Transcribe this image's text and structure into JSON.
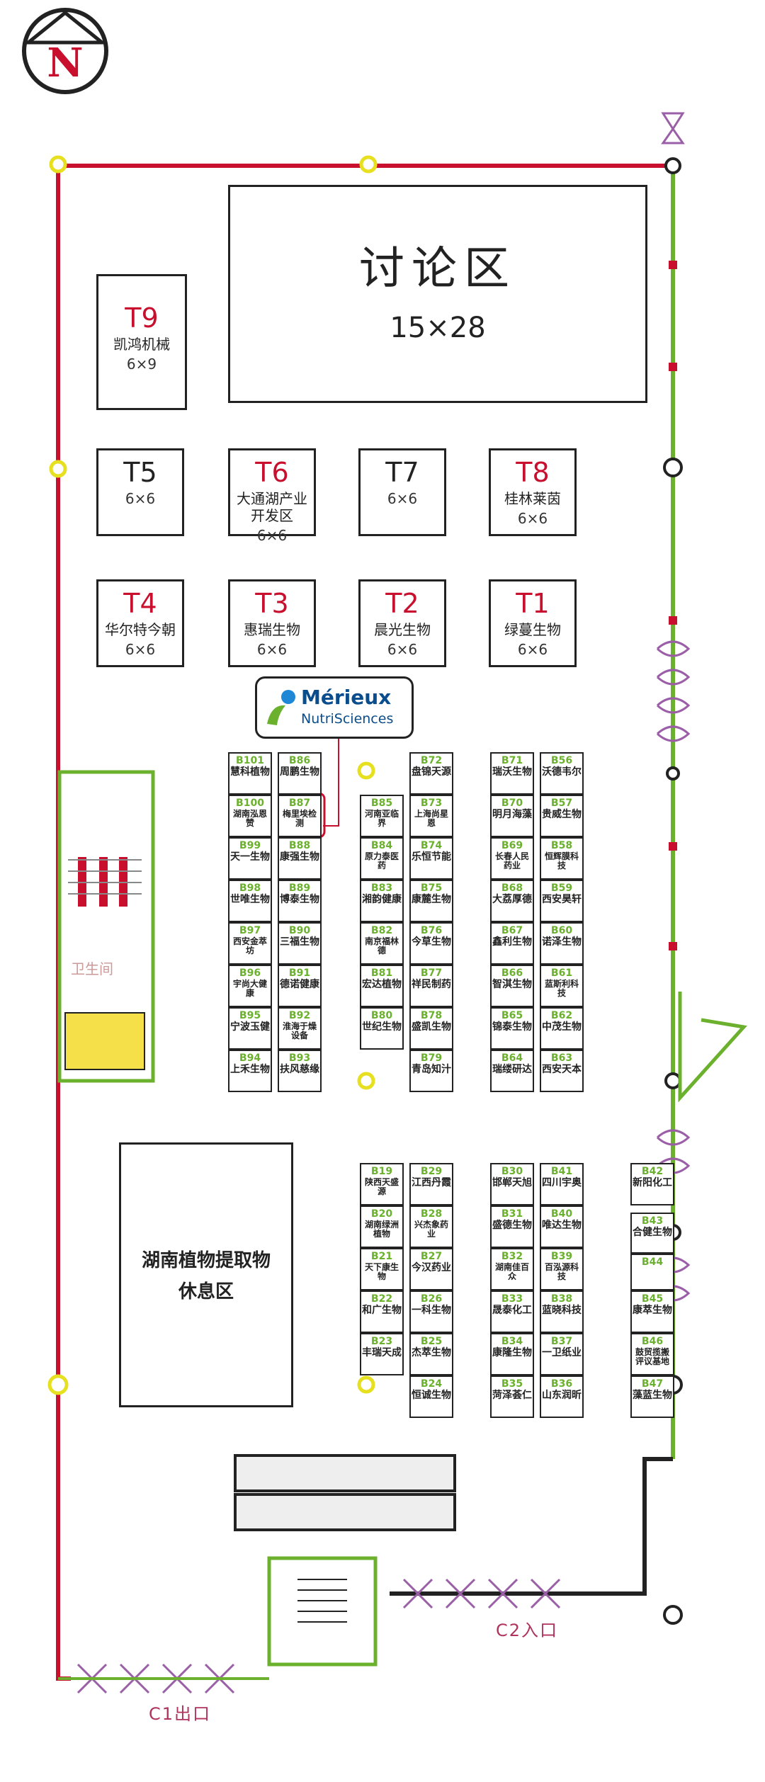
{
  "compass": {
    "label": "N"
  },
  "discussion": {
    "title": "讨论区",
    "size": "15×28"
  },
  "rest_area": {
    "line1": "湖南植物提取物",
    "line2": "休息区"
  },
  "toilet": {
    "label": "卫生间"
  },
  "sponsor_logo": {
    "brand": "Mérieux",
    "sub": "NutriSciences"
  },
  "exits": {
    "c1": "C1出口",
    "c2": "C2入口"
  },
  "t_booths": [
    {
      "id": "T9",
      "name": "凯鸿机械",
      "size": "6×9"
    },
    {
      "id": "T5",
      "name": "",
      "size": "6×6"
    },
    {
      "id": "T6",
      "name": "大通湖产业开发区",
      "size": "6×6"
    },
    {
      "id": "T7",
      "name": "",
      "size": "6×6"
    },
    {
      "id": "T8",
      "name": "桂林莱茵",
      "size": "6×6"
    },
    {
      "id": "T4",
      "name": "华尔特今朝",
      "size": "6×6"
    },
    {
      "id": "T3",
      "name": "惠瑞生物",
      "size": "6×6"
    },
    {
      "id": "T2",
      "name": "晨光生物",
      "size": "6×6"
    },
    {
      "id": "T1",
      "name": "绿蔓生物",
      "size": "6×6"
    }
  ],
  "b_booths": [
    {
      "id": "B101",
      "name": "慧科植物"
    },
    {
      "id": "B86",
      "name": "周鹏生物"
    },
    {
      "id": "B100",
      "name": "湖南泓恩赞"
    },
    {
      "id": "B87",
      "name": "梅里埃检测"
    },
    {
      "id": "B99",
      "name": "天一生物"
    },
    {
      "id": "B88",
      "name": "康强生物"
    },
    {
      "id": "B98",
      "name": "世唯生物"
    },
    {
      "id": "B89",
      "name": "博泰生物"
    },
    {
      "id": "B97",
      "name": "西安金萃坊"
    },
    {
      "id": "B90",
      "name": "三福生物"
    },
    {
      "id": "B96",
      "name": "宇尚大健康"
    },
    {
      "id": "B91",
      "name": "德诺健康"
    },
    {
      "id": "B95",
      "name": "宁波玉健"
    },
    {
      "id": "B92",
      "name": "淮海于燥设备"
    },
    {
      "id": "B94",
      "name": "上禾生物"
    },
    {
      "id": "B93",
      "name": "扶风慈缘"
    },
    {
      "id": "B72",
      "name": "盘锦天源"
    },
    {
      "id": "B85",
      "name": "河南亚临界"
    },
    {
      "id": "B73",
      "name": "上海尚星恩"
    },
    {
      "id": "B84",
      "name": "原力泰医药"
    },
    {
      "id": "B74",
      "name": "乐恒节能"
    },
    {
      "id": "B83",
      "name": "湘韵健康"
    },
    {
      "id": "B75",
      "name": "康麓生物"
    },
    {
      "id": "B82",
      "name": "南京福林德"
    },
    {
      "id": "B76",
      "name": "今草生物"
    },
    {
      "id": "B81",
      "name": "宏达植物"
    },
    {
      "id": "B77",
      "name": "祥民制药"
    },
    {
      "id": "B80",
      "name": "世纪生物"
    },
    {
      "id": "B78",
      "name": "盛凯生物"
    },
    {
      "id": "B79",
      "name": "青岛知汁"
    },
    {
      "id": "B71",
      "name": "瑞沃生物"
    },
    {
      "id": "B56",
      "name": "沃德韦尔"
    },
    {
      "id": "B70",
      "name": "明月海藻"
    },
    {
      "id": "B57",
      "name": "贵威生物"
    },
    {
      "id": "B69",
      "name": "长春人民药业"
    },
    {
      "id": "B58",
      "name": "恒辉膜科技"
    },
    {
      "id": "B68",
      "name": "大荔厚德"
    },
    {
      "id": "B59",
      "name": "西安昊轩"
    },
    {
      "id": "B67",
      "name": "鑫利生物"
    },
    {
      "id": "B60",
      "name": "诺泽生物"
    },
    {
      "id": "B66",
      "name": "智淇生物"
    },
    {
      "id": "B61",
      "name": "蓝斯利科技"
    },
    {
      "id": "B65",
      "name": "锦泰生物"
    },
    {
      "id": "B62",
      "name": "中茂生物"
    },
    {
      "id": "B64",
      "name": "瑞缕研达"
    },
    {
      "id": "B63",
      "name": "西安天本"
    },
    {
      "id": "B19",
      "name": "陕西天盛源"
    },
    {
      "id": "B29",
      "name": "江西丹霞"
    },
    {
      "id": "B20",
      "name": "湖南绿洲植物"
    },
    {
      "id": "B28",
      "name": "兴杰象药业"
    },
    {
      "id": "B21",
      "name": "天下康生物"
    },
    {
      "id": "B27",
      "name": "今汉药业"
    },
    {
      "id": "B22",
      "name": "和广生物"
    },
    {
      "id": "B26",
      "name": "一科生物"
    },
    {
      "id": "B23",
      "name": "丰瑞天成"
    },
    {
      "id": "B25",
      "name": "杰萃生物"
    },
    {
      "id": "B24",
      "name": "恒诚生物"
    },
    {
      "id": "B30",
      "name": "邯郸天旭"
    },
    {
      "id": "B41",
      "name": "四川宇奥"
    },
    {
      "id": "B31",
      "name": "盛德生物"
    },
    {
      "id": "B40",
      "name": "唯达生物"
    },
    {
      "id": "B32",
      "name": "湖南佳百众"
    },
    {
      "id": "B39",
      "name": "百泓源科技"
    },
    {
      "id": "B33",
      "name": "晟泰化工"
    },
    {
      "id": "B38",
      "name": "蓝晓科技"
    },
    {
      "id": "B34",
      "name": "康隆生物"
    },
    {
      "id": "B37",
      "name": "一卫纸业"
    },
    {
      "id": "B35",
      "name": "菏泽荟仁"
    },
    {
      "id": "B36",
      "name": "山东润昕"
    },
    {
      "id": "B42",
      "name": "新阳化工"
    },
    {
      "id": "B43",
      "name": "合健生物"
    },
    {
      "id": "B44",
      "name": ""
    },
    {
      "id": "B45",
      "name": "康萃生物"
    },
    {
      "id": "B46",
      "name": "鼓贸揽搬评议基地"
    },
    {
      "id": "B47",
      "name": "藻蓝生物"
    }
  ]
}
